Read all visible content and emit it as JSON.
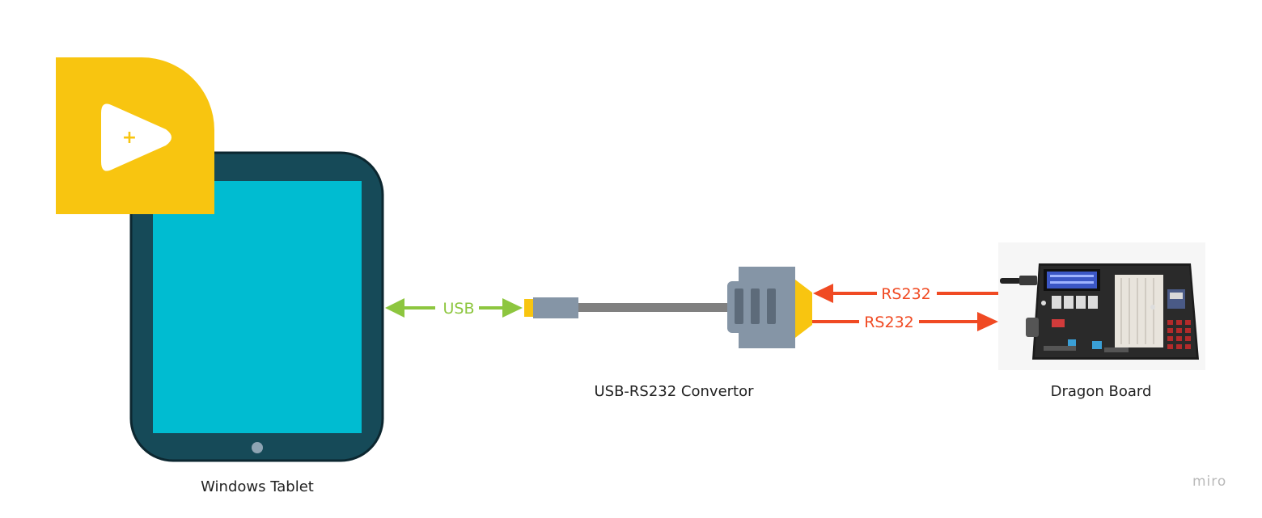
{
  "nodes": {
    "tablet": {
      "label": "Windows Tablet"
    },
    "convertor": {
      "label": "USB-RS232 Convertor"
    },
    "board": {
      "label": "Dragon Board"
    }
  },
  "links": {
    "usb": {
      "label": "USB",
      "color": "#8dc63f"
    },
    "rs232_in": {
      "label": "RS232",
      "color": "#f04a23"
    },
    "rs232_out": {
      "label": "RS232",
      "color": "#f04a23"
    }
  },
  "icons": {
    "app": {
      "name": "labview-app-icon",
      "color": "#f8c510"
    },
    "tablet": {
      "name": "tablet-icon",
      "body_color": "#164a58",
      "screen_color": "#00bcd1"
    },
    "connector": {
      "name": "db9-connector-icon",
      "color": "#8595a6",
      "accent": "#f8c510"
    },
    "board": {
      "name": "dragon-board-image"
    }
  },
  "branding": {
    "watermark": "miro"
  }
}
